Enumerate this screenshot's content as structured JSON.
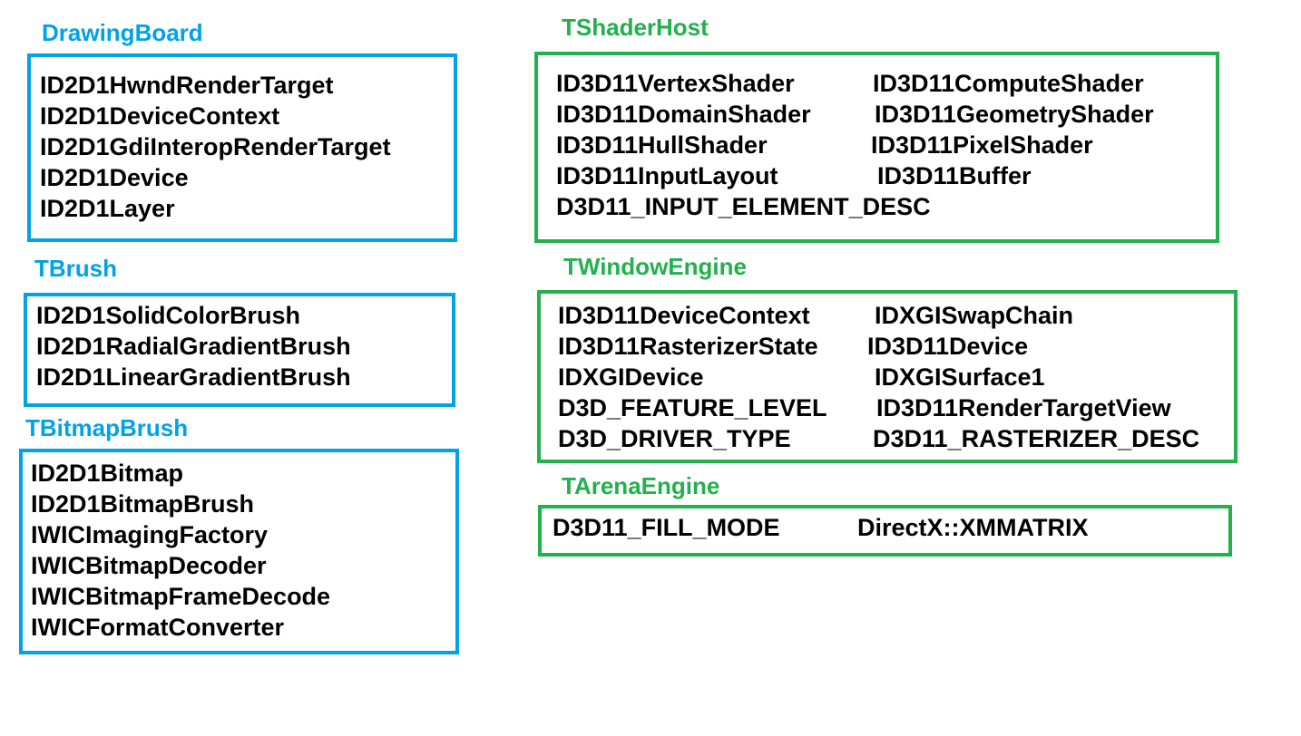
{
  "colors": {
    "blue": "#00a2e8",
    "green": "#22b14c",
    "text": "#000000"
  },
  "drawing_board": {
    "title": "DrawingBoard",
    "items": [
      "ID2D1HwndRenderTarget",
      "ID2D1DeviceContext",
      "ID2D1GdiInteropRenderTarget",
      "ID2D1Device",
      "ID2D1Layer"
    ]
  },
  "tbrush": {
    "title": "TBrush",
    "items": [
      "ID2D1SolidColorBrush",
      "ID2D1RadialGradientBrush",
      "ID2D1LinearGradientBrush"
    ]
  },
  "tbitmap_brush": {
    "title": "TBitmapBrush",
    "items": [
      "ID2D1Bitmap",
      "ID2D1BitmapBrush",
      "IWICImagingFactory",
      "IWICBitmapDecoder",
      "IWICBitmapFrameDecode",
      "IWICFormatConverter"
    ]
  },
  "tshader_host": {
    "title": "TShaderHost",
    "items": [
      "ID3D11VertexShader",
      "ID3D11ComputeShader",
      "ID3D11DomainShader",
      "ID3D11GeometryShader",
      "ID3D11HullShader",
      "ID3D11PixelShader",
      "ID3D11InputLayout",
      "ID3D11Buffer",
      "D3D11_INPUT_ELEMENT_DESC"
    ]
  },
  "twindow_engine": {
    "title": "TWindowEngine",
    "items": [
      "ID3D11DeviceContext",
      "IDXGISwapChain",
      "ID3D11RasterizerState",
      "ID3D11Device",
      "IDXGIDevice",
      "IDXGISurface1",
      "D3D_FEATURE_LEVEL",
      "ID3D11RenderTargetView",
      "D3D_DRIVER_TYPE",
      "D3D11_RASTERIZER_DESC"
    ]
  },
  "tarena_engine": {
    "title": "TArenaEngine",
    "items": [
      "D3D11_FILL_MODE",
      "DirectX::XMMATRIX"
    ]
  }
}
